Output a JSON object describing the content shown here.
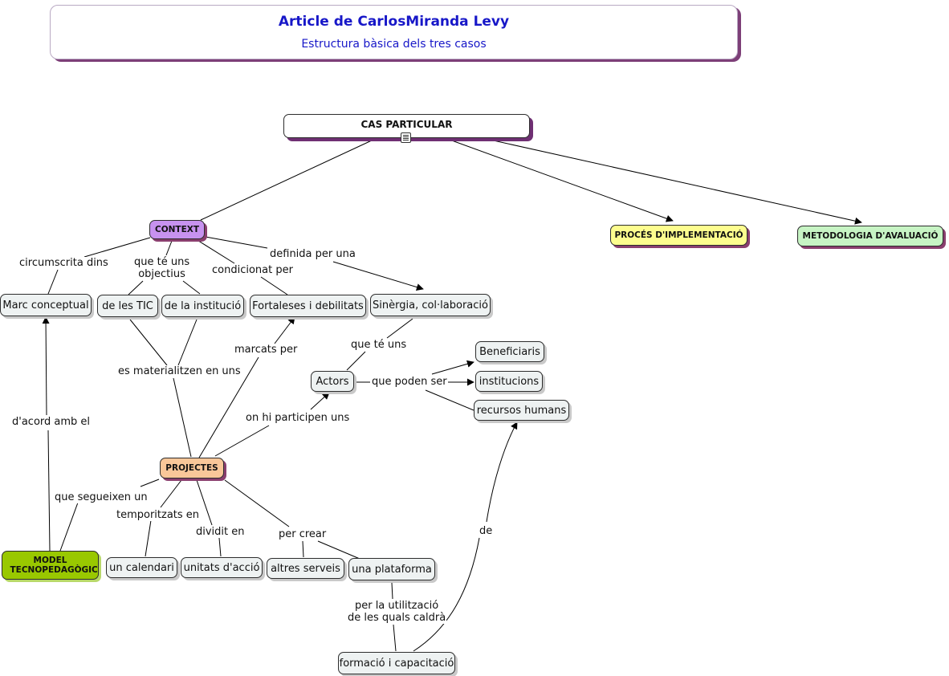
{
  "header": {
    "title": "Article de CarlosMiranda Levy",
    "subtitle": "Estructura bàsica dels tres casos"
  },
  "concepts": {
    "cas_particular": "CAS PARTICULAR",
    "context": "CONTEXT",
    "proces": "PROCÉS D'IMPLEMENTACIÓ",
    "metodologia": "METODOLOGIA D'AVALUACIÓ",
    "marc": "Marc conceptual",
    "tic": "de les TIC",
    "institucio": "de la institució",
    "fortaleses": "Fortaleses i debilitats",
    "sinergia": "Sinèrgia, col·laboració",
    "actors": "Actors",
    "beneficiaris": "Beneficiaris",
    "institucions": "institucions",
    "recursos": "recursos humans",
    "projectes": "PROJECTES",
    "model": "MODEL TECNOPEDAGÒGIC",
    "calendari": "un calendari",
    "unitats": "unitats d'acció",
    "serveis": "altres serveis",
    "plataforma": "una plataforma",
    "formacio": "formació i capacitació"
  },
  "links": {
    "circumscrita": "circumscrita dins",
    "objectius": "que té uns\nobjectius",
    "condicionat": "condicionat per",
    "definida": "definida per una",
    "materialitzen": "es materialitzen en uns",
    "marcats": "marcats per",
    "que_te_uns": "que té uns",
    "poden_ser": "que poden ser",
    "participen": "on hi participen uns",
    "acord": "d'acord amb el",
    "segueixen": "que segueixen un",
    "temporitzats": "temporitzats en",
    "dividit": "dividit en",
    "crear": "per crear",
    "utilitzacio": "per la utilització\nde les quals caldrà",
    "de": "de"
  }
}
